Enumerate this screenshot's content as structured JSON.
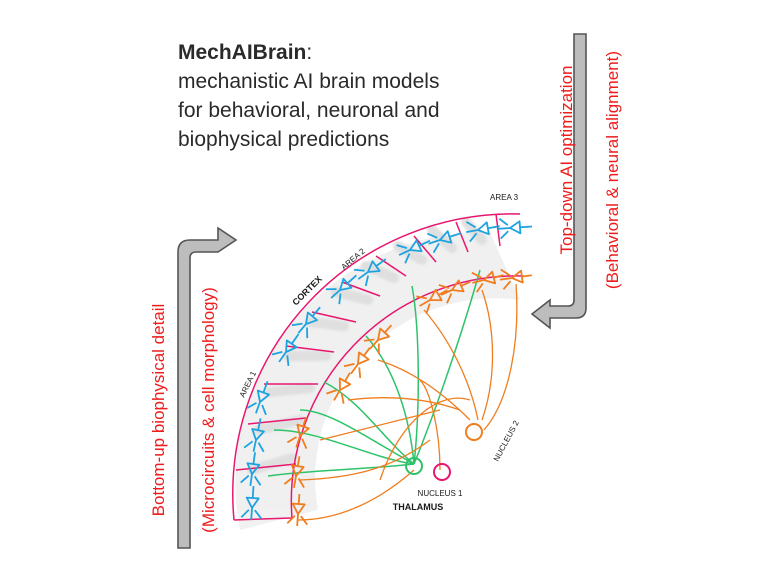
{
  "header": {
    "title_bold": "MechAIBrain",
    "title_colon": ":",
    "subtitle_lines": [
      "mechanistic AI brain models",
      "for behavioral, neuronal and",
      "biophysical predictions"
    ]
  },
  "left_arrow": {
    "line1": "Bottom-up biophysical detail",
    "line2": "(Microcircuits & cell morphology)"
  },
  "right_arrow": {
    "line1": "Top-down AI optimization",
    "line2": "(Behavioral & neural alignment)"
  },
  "diagram": {
    "cortex_label": "CORTEX",
    "thalamus_label": "THALAMUS",
    "areas": [
      "AREA 1",
      "AREA 2",
      "AREA 3"
    ],
    "nuclei": [
      "NUCLEUS 1",
      "NUCLEUS 2"
    ],
    "colors": {
      "excitatory_blue": "#1ea3e0",
      "inhibitory_orange": "#f07d1e",
      "thalamic_green": "#2ec36a",
      "boundary_magenta": "#e8176e",
      "shadow_grey": "#e6e6e6",
      "label_red": "#ee1c1c"
    }
  }
}
